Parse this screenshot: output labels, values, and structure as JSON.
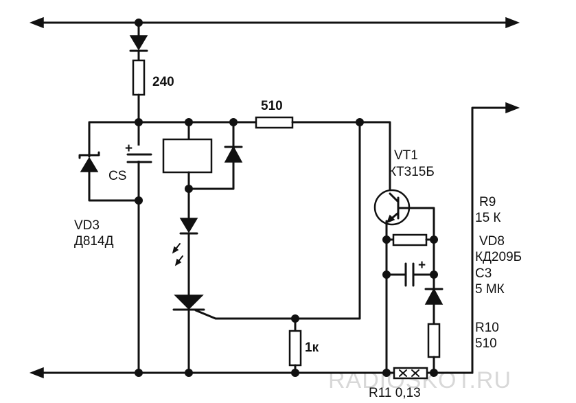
{
  "components": {
    "r_240": "240",
    "r_510_top": "510",
    "cs": "CS",
    "vd3_name": "VD3",
    "vd3_part": "Д814Д",
    "vt1_name": "VT1",
    "vt1_part": "КТ315Б",
    "r9_name": "R9",
    "r9_value": "15 К",
    "vd8_name": "VD8",
    "vd8_part": "КД209Б",
    "c3_name": "C3",
    "c3_value": "5 МК",
    "r10_name": "R10",
    "r10_value": "510",
    "r_1k": "1к",
    "r11": "R11 0,13",
    "polarity_plus": "+"
  },
  "watermark": "RADIOSKOT.RU"
}
